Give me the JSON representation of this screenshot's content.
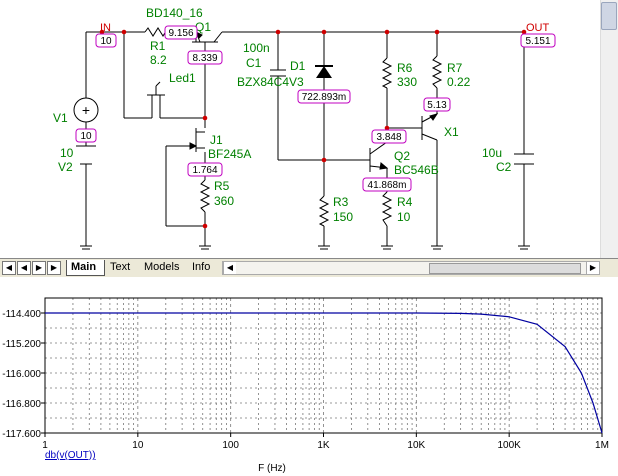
{
  "schematic": {
    "nodes": {
      "in_label": "IN",
      "in_value": "10",
      "out_label": "OUT",
      "out_value": "5.151"
    },
    "components": {
      "q1_model": "BD140_16",
      "q1_name": "Q1",
      "r1_name": "R1",
      "r1_value": "8.2",
      "led_name": "Led1",
      "c1_value": "100n",
      "c1_name": "C1",
      "d1_name": "D1",
      "d1_model": "BZX84C4V3",
      "r6_name": "R6",
      "r6_value": "330",
      "r7_name": "R7",
      "r7_value": "0.22",
      "x1_name": "X1",
      "v1_name": "V1",
      "v2_value": "10",
      "v2_name": "V2",
      "j1_name": "J1",
      "j1_model": "BF245A",
      "r5_name": "R5",
      "r5_value": "360",
      "r3_name": "R3",
      "r3_value": "150",
      "q2_name": "Q2",
      "q2_model": "BC546B",
      "r4_name": "R4",
      "r4_value": "10",
      "c2_value": "10u",
      "c2_name": "C2"
    },
    "probes": {
      "p_9156": "9.156",
      "p_8339": "8.339",
      "p_722": "722.893m",
      "p_513": "5.13",
      "p_3848": "3.848",
      "p_1764": "1.764",
      "p_41868": "41.868m",
      "p_v1": "10"
    }
  },
  "tabs": [
    {
      "label": "Main"
    },
    {
      "label": "Text"
    },
    {
      "label": "Models"
    },
    {
      "label": "Info"
    }
  ],
  "chart_data": {
    "type": "line",
    "xscale": "log",
    "xlim": [
      1,
      1000000
    ],
    "ylim": [
      -117.6,
      -114.0
    ],
    "xticks": [
      1,
      10,
      100,
      1000,
      10000,
      100000,
      1000000
    ],
    "xtick_labels": [
      "1",
      "10",
      "100",
      "1K",
      "10K",
      "100K",
      "1M"
    ],
    "yticks": [
      -114.4,
      -115.2,
      -116.0,
      -116.8,
      -117.6
    ],
    "ytick_labels": [
      "-114.400",
      "-115.200",
      "-116.000",
      "-116.800",
      "-117.600"
    ],
    "xlabel": "F (Hz)",
    "series": [
      {
        "name": "db(v(OUT))",
        "color": "#0000a0",
        "x": [
          1,
          10,
          100,
          1000,
          10000,
          30000,
          50000,
          100000,
          200000,
          400000,
          600000,
          800000,
          1000000
        ],
        "y": [
          -114.4,
          -114.4,
          -114.4,
          -114.4,
          -114.4,
          -114.41,
          -114.43,
          -114.5,
          -114.7,
          -115.3,
          -116.0,
          -116.8,
          -117.6
        ]
      }
    ],
    "grid": true
  }
}
